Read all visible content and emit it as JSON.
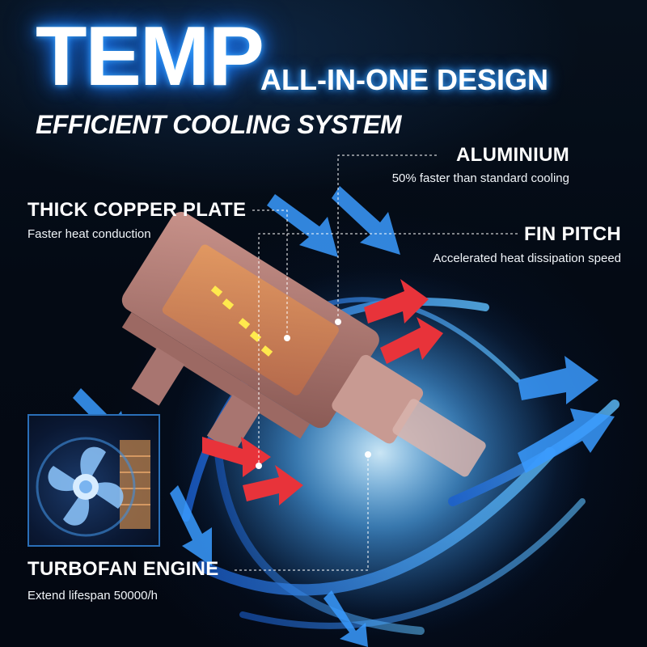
{
  "headline": {
    "big": "TEMP",
    "side": "ALL-IN-ONE DESIGN",
    "subtitle": "EFFICIENT COOLING SYSTEM"
  },
  "features": [
    {
      "title": "ALUMINIUM",
      "description": "50% faster than standard cooling"
    },
    {
      "title": "THICK COPPER PLATE",
      "description": "Faster heat conduction"
    },
    {
      "title": "FIN PITCH",
      "description": "Accelerated heat dissipation speed"
    },
    {
      "title": "TURBOFAN ENGINE",
      "description": "Extend lifespan 50000/h"
    }
  ],
  "icons": {
    "cooling": "airflow-arrow-icon",
    "heat": "heat-arrow-icon",
    "fan": "fan-icon"
  },
  "colors": {
    "glow": "#1f7fff",
    "airflow": "#3a9bff",
    "heat": "#e8333a",
    "copper": "#b77b72",
    "led": "#ffe94d"
  }
}
